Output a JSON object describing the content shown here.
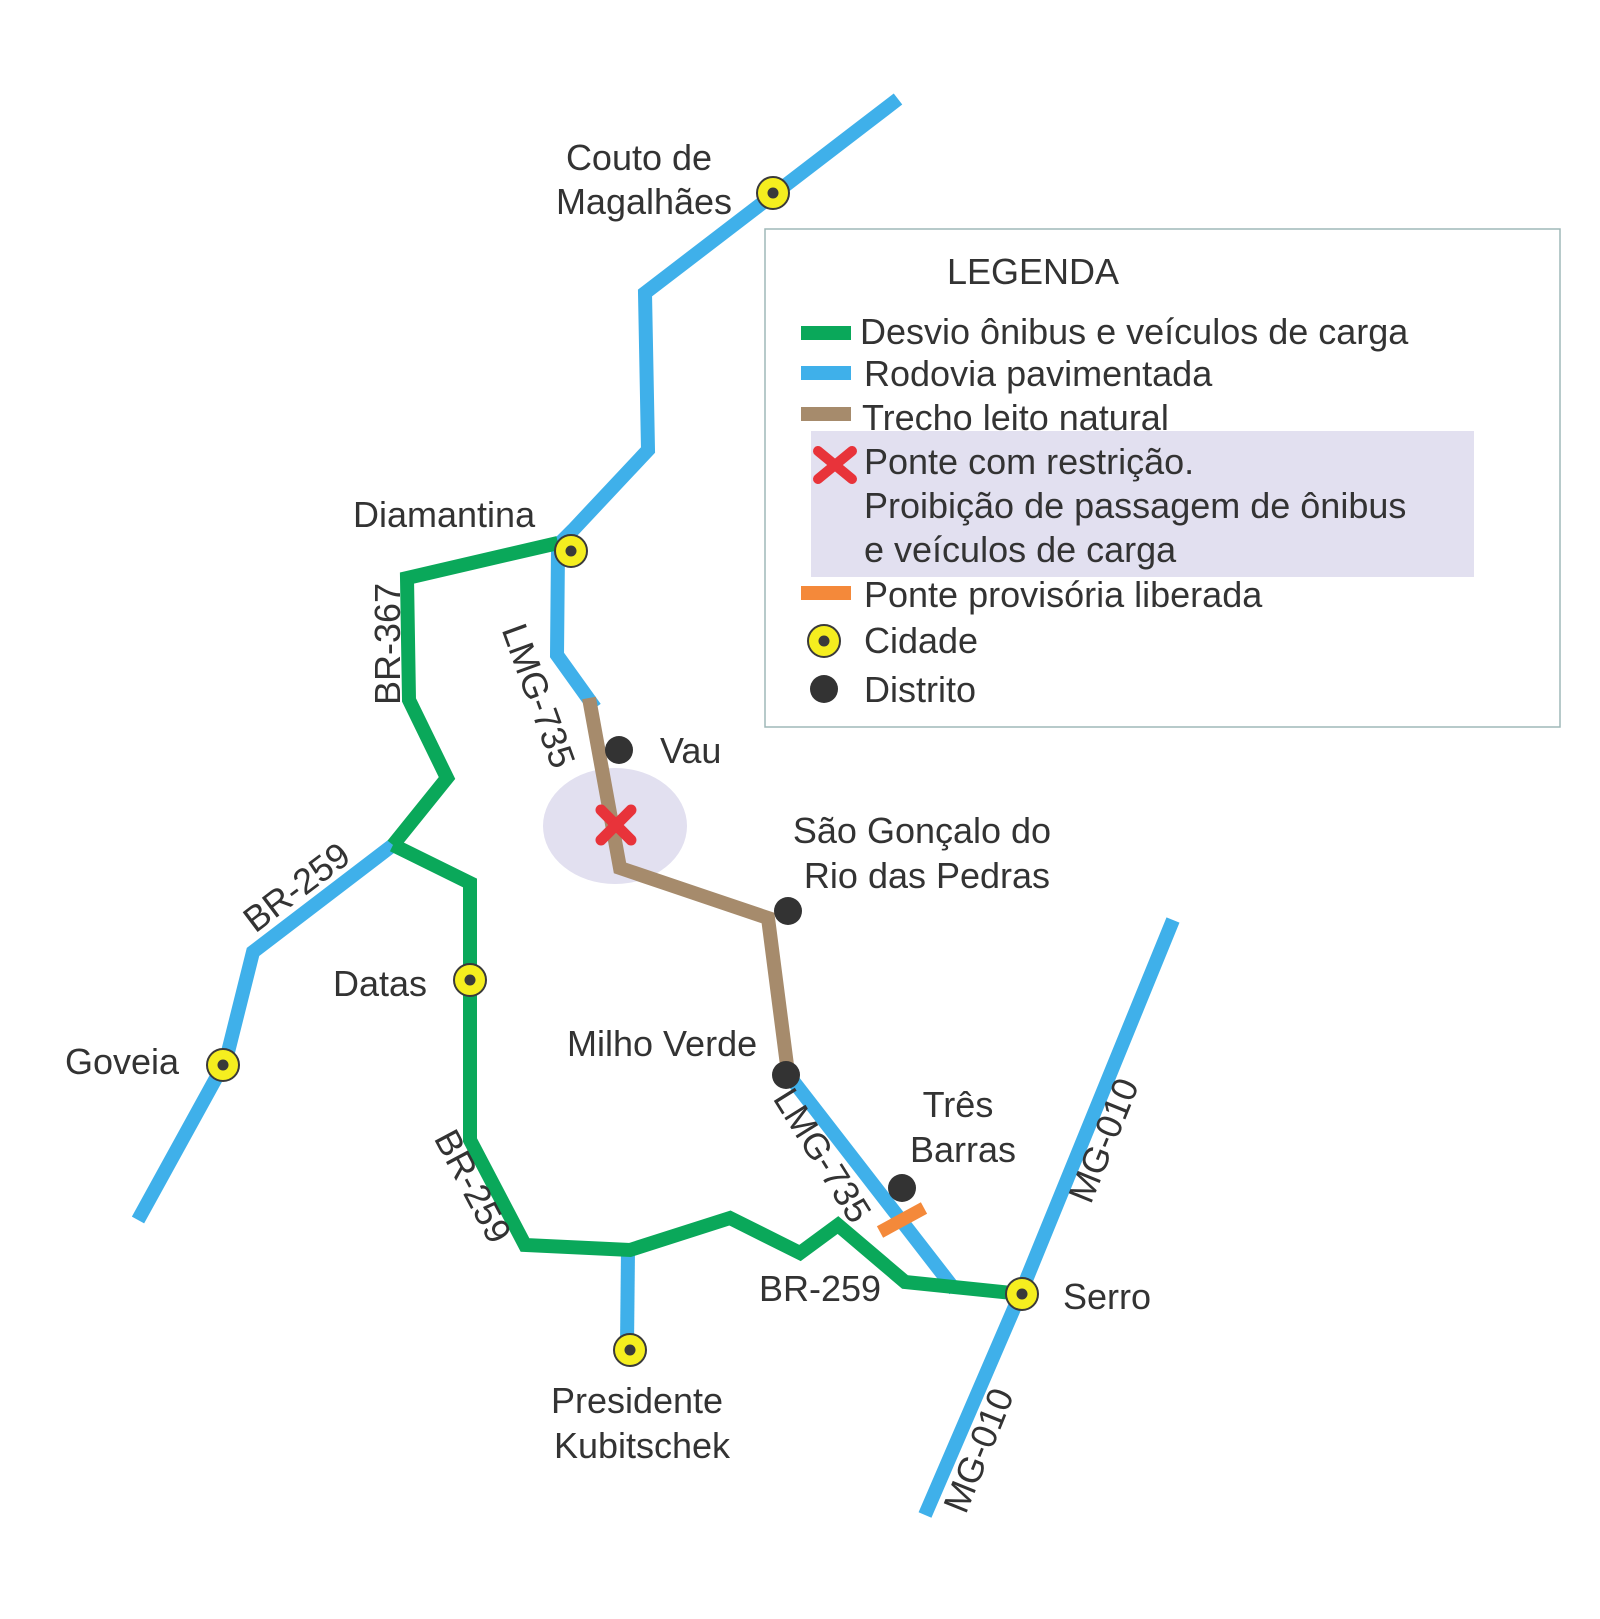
{
  "colors": {
    "detour": "#0aa85a",
    "paved": "#3fb0ea",
    "dirt": "#a68b6c",
    "restriction": "#e8333a",
    "provisional_bridge": "#f4893a",
    "city_fill": "#f5ee1f",
    "district": "#333333",
    "highlight": "#e2e0f0",
    "legend_border": "#9fb8b8"
  },
  "places": {
    "couto_de_magalhaes": [
      "Couto de",
      "Magalhães"
    ],
    "diamantina": "Diamantina",
    "vau": "Vau",
    "sao_goncalo": [
      "São Gonçalo do",
      "Rio das Pedras"
    ],
    "datas": "Datas",
    "goveia": "Goveia",
    "milho_verde": "Milho Verde",
    "tres_barras": [
      "Três",
      "Barras"
    ],
    "serro": "Serro",
    "presidente_kubitschek": [
      "Presidente",
      "Kubitschek"
    ]
  },
  "roads": {
    "br367": "BR-367",
    "lmg735_north": "LMG-735",
    "lmg735_south": "LMG-735",
    "br259_west": "BR-259",
    "br259_sw": "BR-259",
    "br259_south": "BR-259",
    "mg010_north": "MG-010",
    "mg010_south": "MG-010"
  },
  "legend": {
    "title": "LEGENDA",
    "items": [
      {
        "symbol": "green-line",
        "label": "Desvio ônibus e veículos de carga"
      },
      {
        "symbol": "blue-line",
        "label": "Rodovia pavimentada"
      },
      {
        "symbol": "brown-line",
        "label": "Trecho leito natural"
      },
      {
        "symbol": "red-x",
        "label": "Ponte com restrição.",
        "extra_lines": [
          "Proibição de passagem de ônibus",
          "e veículos de carga"
        ]
      },
      {
        "symbol": "orange-bar",
        "label": "Ponte provisória liberada"
      },
      {
        "symbol": "city-icon",
        "label": "Cidade"
      },
      {
        "symbol": "district-icon",
        "label": "Distrito"
      }
    ]
  }
}
